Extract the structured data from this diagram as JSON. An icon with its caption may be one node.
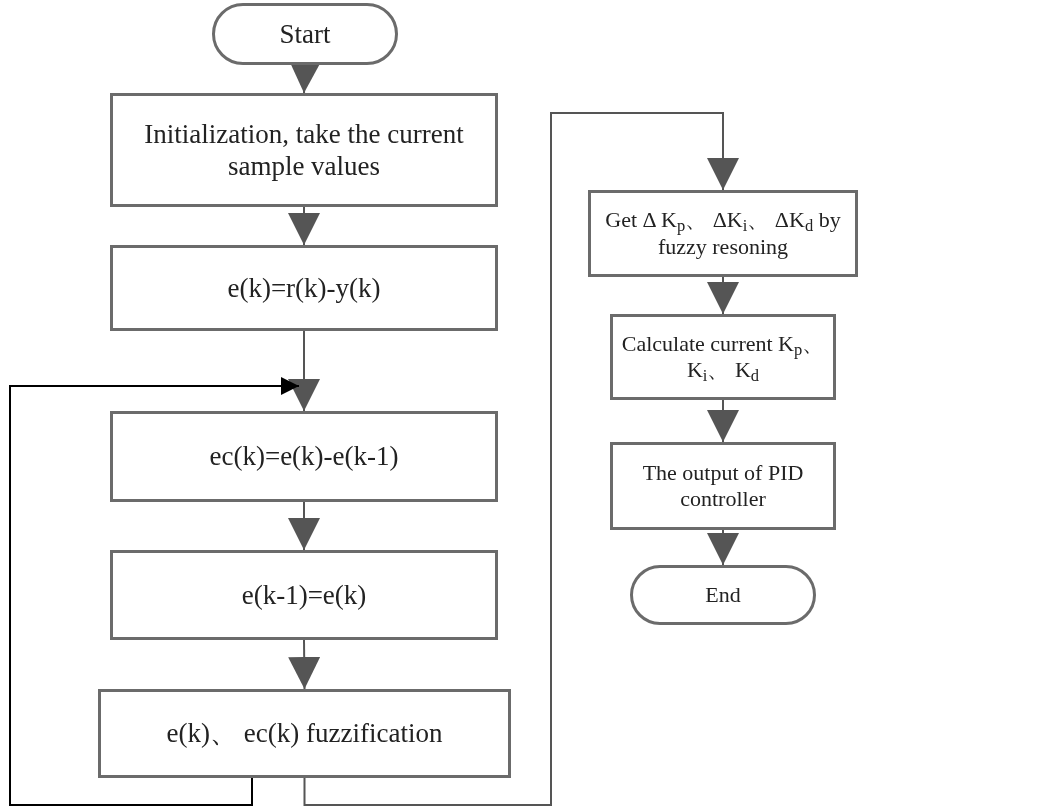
{
  "diagram": {
    "nodes": [
      {
        "text": [
          "Start"
        ]
      },
      {
        "text": [
          "Initialization, take the current sample values"
        ]
      },
      {
        "text": [
          "e(k)=r(k)-y(k)"
        ]
      },
      {
        "text": [
          "ec(k)=e(k)-e(k-1)"
        ]
      },
      {
        "text": [
          "e(k-1)=e(k)"
        ]
      },
      {
        "text": [
          "e(k)、 ec(k) fuzzification"
        ]
      },
      {
        "text": [
          "Get Δ K$_{p}$、 ΔK$_{i}$、 ΔK$_{d}$ by fuzzy resoning"
        ]
      },
      {
        "text": [
          "Calculate current K$_{p}$、 K$_{i}$、 K$_{d}$"
        ]
      },
      {
        "text": [
          "The output of PID controller"
        ]
      },
      {
        "text": [
          "End"
        ]
      }
    ],
    "edges": [
      {
        "from": 0,
        "to": 1,
        "arrow": "to"
      },
      {
        "from": 1,
        "to": 2,
        "arrow": "to"
      },
      {
        "from": 2,
        "to": 3,
        "arrow": "to"
      },
      {
        "from": 3,
        "to": 4,
        "arrow": "to"
      },
      {
        "from": 4,
        "to": 5,
        "arrow": "to"
      },
      {
        "from": 5,
        "to": 6,
        "arrow": "to"
      },
      {
        "from": 6,
        "to": 7,
        "arrow": "to"
      },
      {
        "from": 7,
        "to": 8,
        "arrow": "to"
      },
      {
        "from": 8,
        "to": 9,
        "arrow": "to"
      },
      {
        "from": 5,
        "to": 3,
        "arrow": "to",
        "color": "#000000"
      }
    ]
  }
}
